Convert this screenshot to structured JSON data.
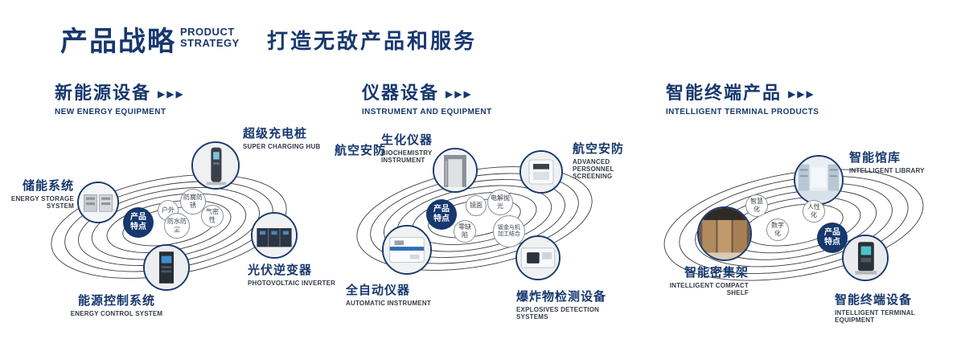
{
  "header": {
    "title_cn": "产品战略",
    "title_en_line1": "PRODUCT",
    "title_en_line2": "STRATEGY",
    "slogan": "打造无敌产品和服务"
  },
  "icons": {
    "triple_arrow": "▶▶▶"
  },
  "colors": {
    "navy": "#17386e",
    "orbit": "#3c3c3c"
  },
  "sections": [
    {
      "title_cn": "新能源设备",
      "title_en": "NEW ENERGY EQUIPMENT",
      "center_badge": "产品特点",
      "features": [
        "户外",
        "防腐防锈",
        "气密性",
        "防水防尘"
      ],
      "products": [
        {
          "cn": "储能系统",
          "en": "ENERGY STORAGE SYSTEM"
        },
        {
          "cn": "超级充电桩",
          "en": "SUPER CHARGING HUB"
        },
        {
          "cn": "光伏逆变器",
          "en": "PHOTOVOLTAIC INVERTER"
        },
        {
          "cn": "能源控制系统",
          "en": "ENERGY CONTROL SYSTEM"
        }
      ]
    },
    {
      "title_cn": "仪器设备",
      "title_en": "INSTRUMENT AND EQUIPMENT",
      "center_badge": "产品特点",
      "features": [
        "镜面",
        "电解抛光",
        "零缺陷",
        "钣金与机加工结合"
      ],
      "products": [
        {
          "cn": "航空安防"
        },
        {
          "cn": "生化仪器",
          "en": "BIOCHEMISTRY INSTRUMENT"
        },
        {
          "cn": "航空安防",
          "en": "ADVANCED PERSONNEL SCREENING"
        },
        {
          "cn": "全自动仪器",
          "en": "AUTOMATIC INSTRUMENT"
        },
        {
          "cn": "爆炸物检测设备",
          "en": "EXPLOSIVES DETECTION SYSTEMS"
        }
      ]
    },
    {
      "title_cn": "智能终端产品",
      "title_en": "INTELLIGENT TERMINAL PRODUCTS",
      "center_badge": "产品特点",
      "features": [
        "智慧化",
        "人性化",
        "数字化"
      ],
      "products": [
        {
          "cn": "智能馆库",
          "en": "INTELLIGENT LIBRARY"
        },
        {
          "cn": "智能密集架",
          "en": "INTELLIGENT COMPACT SHELF"
        },
        {
          "cn": "智能终端设备",
          "en": "INTELLIGENT TERMINAL EQUIPMENT"
        }
      ]
    }
  ]
}
